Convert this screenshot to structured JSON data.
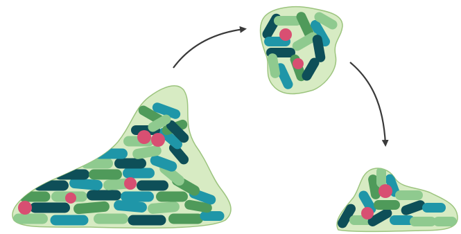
{
  "colors": {
    "background": "#ffffff",
    "matrix_fill": "#d7ebc3",
    "matrix_stroke": "#9cc47e",
    "arrow": "#3a3a3a",
    "teal": "#1f96a8",
    "dark_teal": "#0e4f58",
    "green": "#4f9a5a",
    "light_green": "#8fca8f",
    "pink": "#d84f72"
  },
  "stages": [
    {
      "name": "mature-biofilm"
    },
    {
      "name": "dispersed-cluster"
    },
    {
      "name": "new-colony"
    }
  ],
  "arrows": [
    {
      "name": "dispersal-arrow",
      "from": "mature-biofilm",
      "to": "dispersed-cluster"
    },
    {
      "name": "recolonization-arrow",
      "from": "dispersed-cluster",
      "to": "new-colony"
    }
  ]
}
